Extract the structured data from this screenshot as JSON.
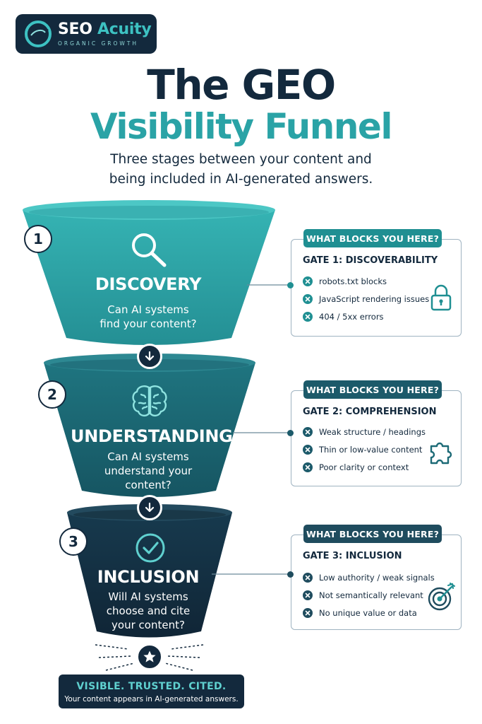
{
  "brand": {
    "name_part1": "SEO",
    "name_part2": "Acuity",
    "tagline": "ORGANIC GROWTH"
  },
  "title": {
    "line1": "The GEO",
    "line2": "Visibility Funnel"
  },
  "subtitle": {
    "line1": "Three stages between your content and",
    "line2": "being included in AI-generated answers."
  },
  "stages": [
    {
      "number": "1",
      "name": "DISCOVERY",
      "question_lines": [
        "Can AI systems",
        "find your content?"
      ],
      "icon": "magnifier-icon",
      "color": "#2a9fa2"
    },
    {
      "number": "2",
      "name": "UNDERSTANDING",
      "question_lines": [
        "Can AI systems",
        "understand your",
        "content?"
      ],
      "icon": "brain-icon",
      "color": "#1a6470"
    },
    {
      "number": "3",
      "name": "INCLUSION",
      "question_lines": [
        "Will AI systems",
        "choose and cite",
        "your content?"
      ],
      "icon": "check-circle-icon",
      "color": "#132c3f"
    }
  ],
  "gates": [
    {
      "badge": "WHAT BLOCKS YOU HERE?",
      "title": "GATE 1: DISCOVERABILITY",
      "items": [
        "robots.txt blocks",
        "JavaScript rendering issues",
        "404 / 5xx errors"
      ],
      "icon": "padlock-icon"
    },
    {
      "badge": "WHAT BLOCKS YOU HERE?",
      "title": "GATE 2: COMPREHENSION",
      "items": [
        "Weak structure / headings",
        "Thin or low-value content",
        "Poor clarity or context"
      ],
      "icon": "puzzle-icon"
    },
    {
      "badge": "WHAT BLOCKS YOU HERE?",
      "title": "GATE 3: INCLUSION",
      "items": [
        "Low authority / weak signals",
        "Not semantically relevant",
        "No unique value or data"
      ],
      "icon": "target-icon"
    }
  ],
  "result": {
    "title": "VISIBLE. TRUSTED. CITED.",
    "subtitle": "Your content appears in AI-generated answers.",
    "icon": "star-icon"
  },
  "colors": {
    "navy": "#13293d",
    "teal": "#2aa3a6",
    "accent": "#3dc1c2"
  }
}
